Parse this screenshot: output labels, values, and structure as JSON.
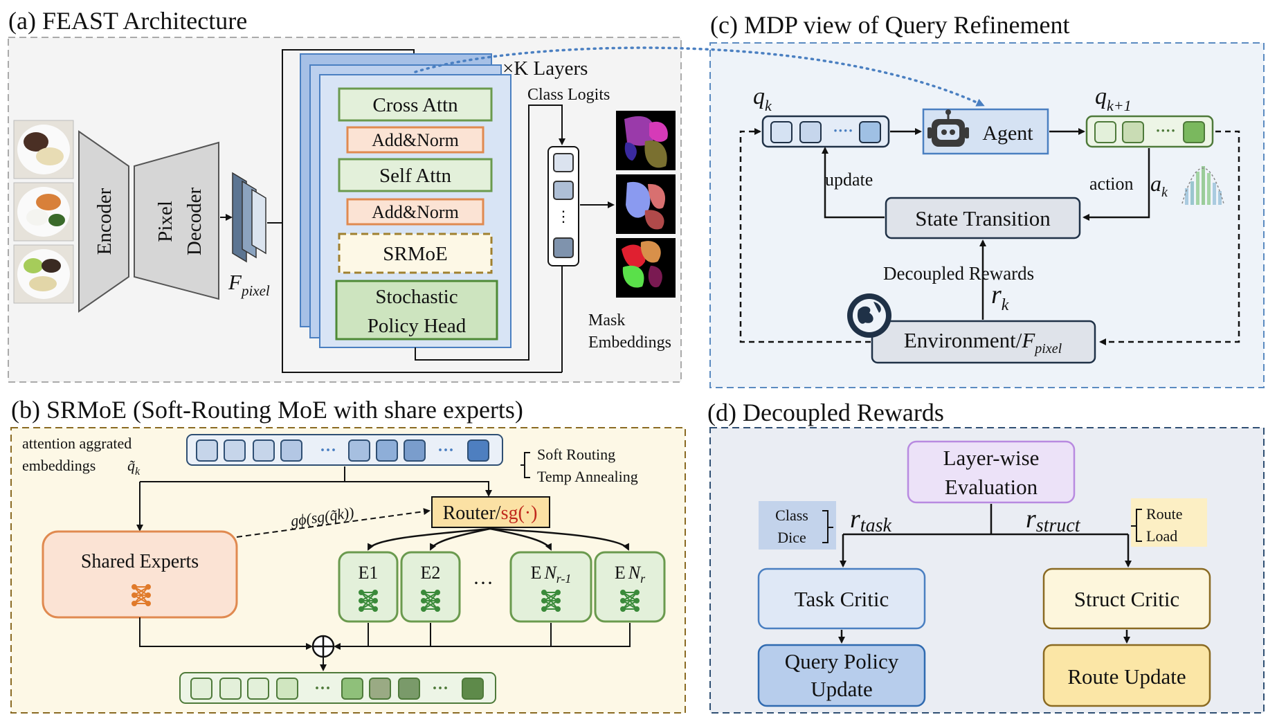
{
  "panel_a": {
    "title": "(a) FEAST Architecture",
    "encoder": "Encoder",
    "pixel_decoder_line1": "Pixel",
    "pixel_decoder_line2": "Decoder",
    "f_pixel": "F",
    "f_pixel_sub": "pixel",
    "k_layers": "×K Layers",
    "cross_attn": "Cross Attn",
    "add_norm_1": "Add&Norm",
    "self_attn": "Self Attn",
    "add_norm_2": "Add&Norm",
    "srmoe": "SRMoE",
    "policy_head_line1": "Stochastic",
    "policy_head_line2": "Policy Head",
    "class_logits": "Class Logits",
    "mask_emb_line1": "Mask",
    "mask_emb_line2": "Embeddings"
  },
  "panel_b": {
    "title": "(b) SRMoE (Soft-Routing MoE with share experts)",
    "attn_line1": "attention aggrated",
    "attn_line2": "embeddings",
    "q_tilde": "q̃",
    "q_sub": "k",
    "soft_routing": "Soft Routing",
    "temp_annealing": "Temp Annealing",
    "g_phi": "gϕ(sg(q̃k))",
    "router": "Router/",
    "router_sg": "sg(·)",
    "shared_experts": "Shared Experts",
    "e1": "E1",
    "e2": "E2",
    "dots": "···",
    "enr1": "E",
    "enr1_n": "N",
    "enr1_sub": "r-1",
    "enr": "E",
    "enr_n": "N",
    "enr_sub": "r"
  },
  "panel_c": {
    "title": "(c) MDP view of Query Refinement",
    "q_k": "q",
    "q_k_sub": "k",
    "q_k1": "q",
    "q_k1_sub": "k+1",
    "agent": "Agent",
    "update": "update",
    "action": "action",
    "a_k": "a",
    "a_k_sub": "k",
    "state_transition": "State Transition",
    "decoupled_rewards": "Decoupled Rewards",
    "r_k": "r",
    "r_k_sub": "k",
    "environment": "Environment/",
    "env_f": "F",
    "env_f_sub": "pixel"
  },
  "panel_d": {
    "title": "(d) Decoupled Rewards",
    "layer_eval_line1": "Layer-wise",
    "layer_eval_line2": "Evaluation",
    "class_dice_line1": "Class",
    "class_dice_line2": "Dice",
    "r_task": "r",
    "r_task_sub": "task",
    "r_struct": "r",
    "r_struct_sub": "struct",
    "route_load_line1": "Route",
    "route_load_line2": "Load",
    "task_critic": "Task Critic",
    "struct_critic": "Struct Critic",
    "query_policy_line1": "Query Policy",
    "query_policy_line2": "Update",
    "route_update": "Route Update"
  },
  "colors": {
    "panel_a_bg": "#f4f4f4",
    "panel_b_bg": "#fdf8e6",
    "panel_c_bg": "#eef3f9",
    "panel_d_bg": "#eaedf3",
    "green_fill": "#e3f0da",
    "green_stroke": "#6a9a4e",
    "orange_fill": "#fbe3d4",
    "orange_stroke": "#e08a50",
    "blue_fill": "#d5e2f3",
    "blue_stroke": "#2f4f73",
    "dot_arrow": "#4a7fc1"
  }
}
